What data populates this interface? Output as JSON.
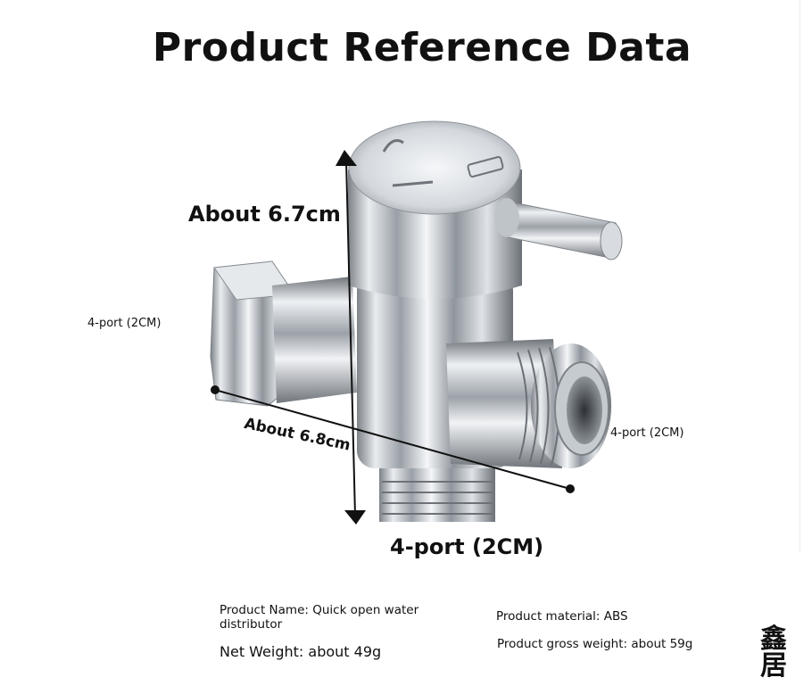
{
  "title": "Product Reference Data",
  "dimensions": {
    "height": "About 6.7cm",
    "width": "About 6.8cm",
    "port_left": "4-port (2CM)",
    "port_right": "4-port (2CM)",
    "port_bottom": "4-port (2CM)"
  },
  "specs": {
    "product_name": "Product Name: Quick open water distributor",
    "net_weight": "Net Weight: about 49g",
    "material": "Product material: ABS",
    "gross_weight": "Product gross weight: about 59g"
  },
  "brand": {
    "seal_text": "鑫居"
  },
  "icons": {
    "valve_image": "chrome-diverter-valve",
    "arrow": "dimension-arrow-icon"
  }
}
